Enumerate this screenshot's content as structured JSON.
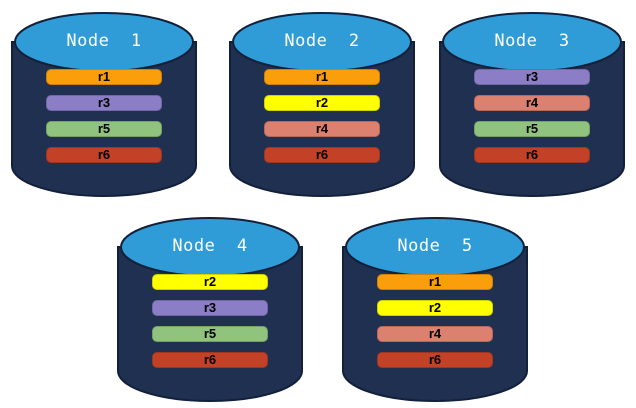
{
  "diagram": {
    "description": "Database nodes with replica placement",
    "colors": {
      "cylinder_body": "#1F3050",
      "cylinder_top": "#2F9CD8",
      "cylinder_outline": "#13203A",
      "title_text": "#FFFFFF",
      "bar_text": "#000000"
    },
    "replica_colors": {
      "r1": "#FB9E0C",
      "r2": "#FFFF00",
      "r3": "#8B7EC6",
      "r4": "#DC8070",
      "r5": "#90C47E",
      "r6": "#C34227"
    },
    "nodes": [
      {
        "label": "Node  1",
        "replicas": [
          "r1",
          "r3",
          "r5",
          "r6"
        ]
      },
      {
        "label": "Node  2",
        "replicas": [
          "r1",
          "r2",
          "r4",
          "r6"
        ]
      },
      {
        "label": "Node  3",
        "replicas": [
          "r3",
          "r4",
          "r5",
          "r6"
        ]
      },
      {
        "label": "Node  4",
        "replicas": [
          "r2",
          "r3",
          "r5",
          "r6"
        ]
      },
      {
        "label": "Node  5",
        "replicas": [
          "r1",
          "r2",
          "r4",
          "r6"
        ]
      }
    ]
  }
}
